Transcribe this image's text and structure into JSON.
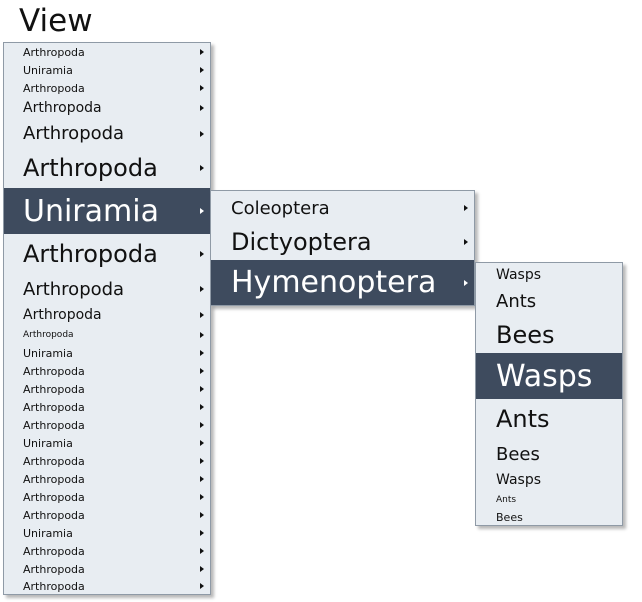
{
  "window": {
    "title": "View"
  },
  "menu1": {
    "items": [
      {
        "label": "Arthropoda"
      },
      {
        "label": "Uniramia"
      },
      {
        "label": "Arthropoda"
      },
      {
        "label": "Arthropoda"
      },
      {
        "label": "Arthropoda"
      },
      {
        "label": "Arthropoda"
      },
      {
        "label": "Uniramia",
        "selected": true
      },
      {
        "label": "Arthropoda"
      },
      {
        "label": "Arthropoda"
      },
      {
        "label": "Arthropoda"
      },
      {
        "label": "Arthropoda"
      },
      {
        "label": "Uniramia"
      },
      {
        "label": "Arthropoda"
      },
      {
        "label": "Arthropoda"
      },
      {
        "label": "Arthropoda"
      },
      {
        "label": "Arthropoda"
      },
      {
        "label": "Uniramia"
      },
      {
        "label": "Arthropoda"
      },
      {
        "label": "Arthropoda"
      },
      {
        "label": "Arthropoda"
      },
      {
        "label": "Arthropoda"
      },
      {
        "label": "Uniramia"
      },
      {
        "label": "Arthropoda"
      },
      {
        "label": "Arthropoda"
      },
      {
        "label": "Arthropoda"
      }
    ]
  },
  "menu2": {
    "items": [
      {
        "label": "Coleoptera"
      },
      {
        "label": "Dictyoptera"
      },
      {
        "label": "Hymenoptera",
        "selected": true
      }
    ]
  },
  "menu3": {
    "items": [
      {
        "label": "Wasps"
      },
      {
        "label": "Ants"
      },
      {
        "label": "Bees"
      },
      {
        "label": "Wasps",
        "selected": true
      },
      {
        "label": "Ants"
      },
      {
        "label": "Bees"
      },
      {
        "label": "Wasps"
      },
      {
        "label": "Ants"
      },
      {
        "label": "Bees"
      }
    ]
  },
  "icons": {
    "submenu_arrow": "submenu-arrow-icon"
  },
  "colors": {
    "menu_bg": "#e8edf2",
    "selected_bg": "#3e4b5e",
    "selected_text": "#ffffff",
    "border": "#8f9aa6"
  }
}
